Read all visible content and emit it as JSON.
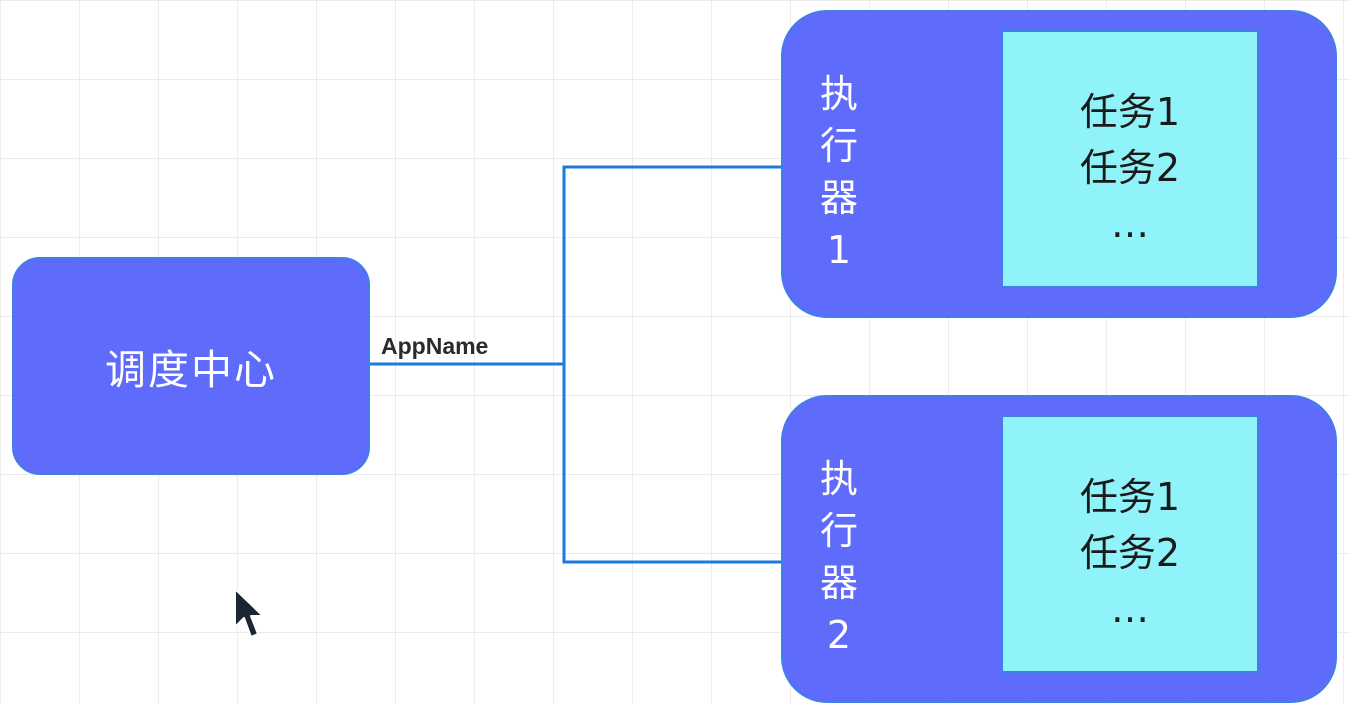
{
  "diagram": {
    "center": {
      "label": "调度中心"
    },
    "edge": {
      "label": "AppName"
    },
    "executors": [
      {
        "label": "执\n行\n器\n1",
        "tasks": [
          "任务1",
          "任务2",
          "…"
        ]
      },
      {
        "label": "执\n行\n器\n2",
        "tasks": [
          "任务1",
          "任务2",
          "…"
        ]
      }
    ]
  },
  "colors": {
    "node_fill": "#5f6cfb",
    "node_border": "#3f7fe6",
    "task_fill": "#8ff3f9",
    "connector": "#1c7ad9",
    "grid": "#ececec"
  },
  "icons": {
    "cursor": "mouse-pointer-icon"
  }
}
